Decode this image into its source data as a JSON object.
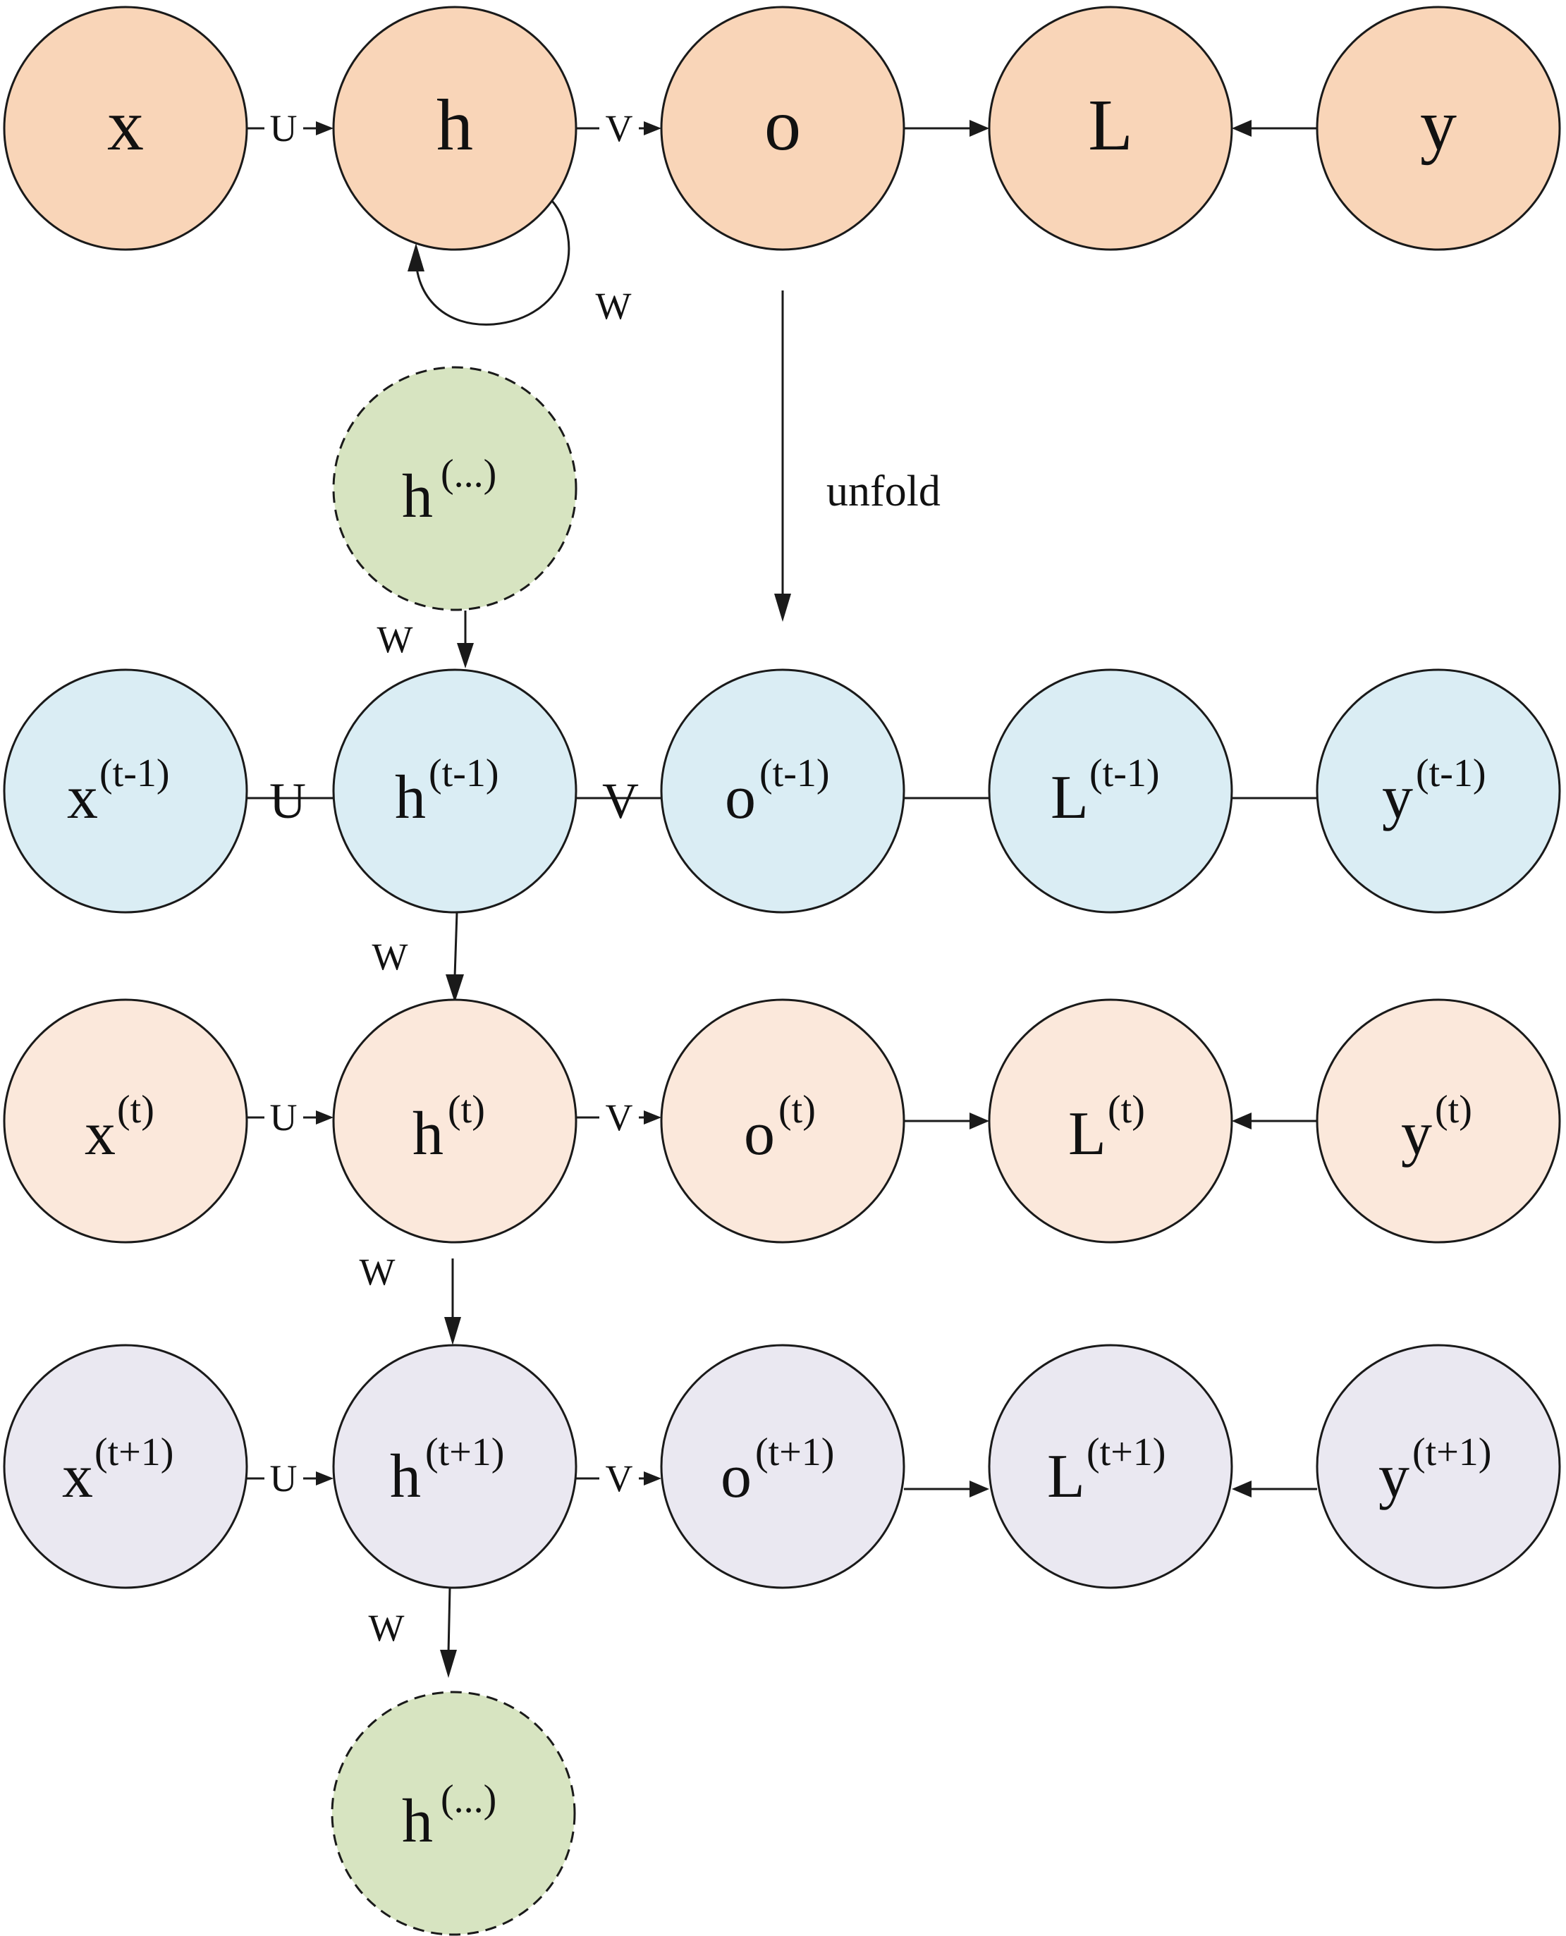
{
  "colors": {
    "orange": "#f9d5b8",
    "blue": "#daedf4",
    "peach": "#fbe8db",
    "lavender": "#eae8f1",
    "green": "#d7e4c1",
    "stroke": "#1a1a1a"
  },
  "folded": {
    "nodes": [
      {
        "base": "x",
        "sup": ""
      },
      {
        "base": "h",
        "sup": ""
      },
      {
        "base": "o",
        "sup": ""
      },
      {
        "base": "L",
        "sup": ""
      },
      {
        "base": "y",
        "sup": ""
      }
    ],
    "edge_U": "U",
    "edge_V": "V",
    "self_loop": "W"
  },
  "unfold_label": "unfold",
  "row_t_minus_1": {
    "nodes": [
      {
        "base": "x",
        "sup": "(t-1)"
      },
      {
        "base": "h",
        "sup": "(t-1)"
      },
      {
        "base": "o",
        "sup": "(t-1)"
      },
      {
        "base": "L",
        "sup": "(t-1)"
      },
      {
        "base": "y",
        "sup": "(t-1)"
      }
    ],
    "edge_U": "U",
    "edge_V": "V"
  },
  "row_t": {
    "nodes": [
      {
        "base": "x",
        "sup": "(t)"
      },
      {
        "base": "h",
        "sup": "(t)"
      },
      {
        "base": "o",
        "sup": "(t)"
      },
      {
        "base": "L",
        "sup": "(t)"
      },
      {
        "base": "y",
        "sup": "(t)"
      }
    ],
    "edge_U": "U",
    "edge_V": "V"
  },
  "row_t_plus_1": {
    "nodes": [
      {
        "base": "x",
        "sup": "(t+1)"
      },
      {
        "base": "h",
        "sup": "(t+1)"
      },
      {
        "base": "o",
        "sup": "(t+1)"
      },
      {
        "base": "L",
        "sup": "(t+1)"
      },
      {
        "base": "y",
        "sup": "(t+1)"
      }
    ],
    "edge_U": "U",
    "edge_V": "V"
  },
  "ghost_top": {
    "base": "h",
    "sup": "(...)"
  },
  "ghost_bottom": {
    "base": "h",
    "sup": "(...)"
  },
  "w_labels": [
    "W",
    "W",
    "W",
    "W"
  ]
}
